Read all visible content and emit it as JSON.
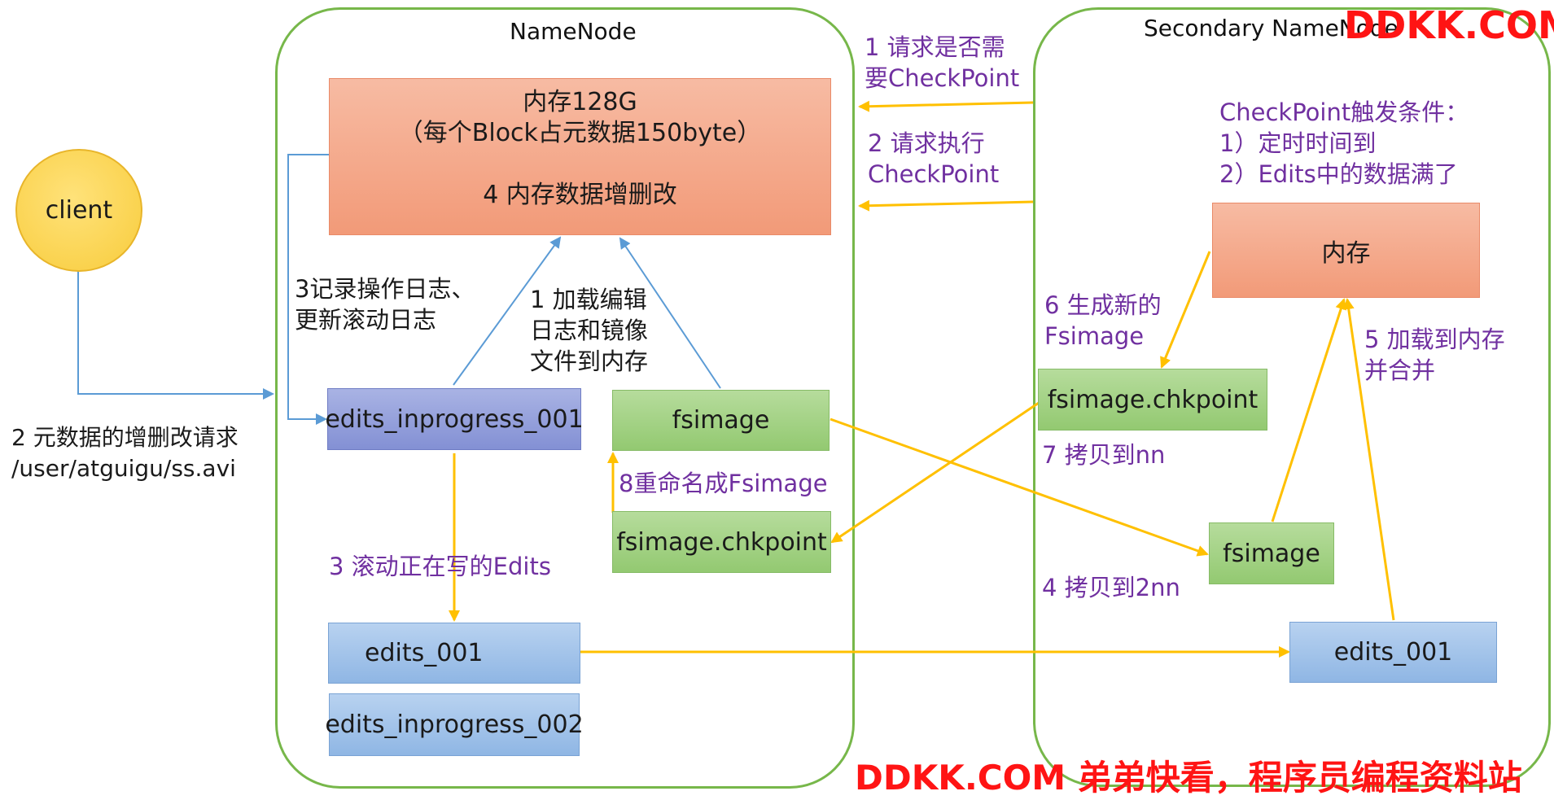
{
  "namenode": {
    "title": "NameNode",
    "memory_line1": "内存128G",
    "memory_line2": "（每个Block占元数据150byte）",
    "memory_line3": "4 内存数据增删改",
    "edits_inprogress_001": "edits_inprogress_001",
    "fsimage": "fsimage",
    "fsimage_chkpoint": "fsimage.chkpoint",
    "edits_001": "edits_001",
    "edits_inprogress_002": "edits_inprogress_002"
  },
  "secondary": {
    "title": "Secondary NameNode",
    "trigger_title": "CheckPoint触发条件：",
    "trigger_1": "1）定时时间到",
    "trigger_2": "2）Edits中的数据满了",
    "memory": "内存",
    "fsimage_chkpoint": "fsimage.chkpoint",
    "fsimage": "fsimage",
    "edits_001": "edits_001"
  },
  "client": {
    "label": "client"
  },
  "labels": {
    "req_line1": "2 元数据的增删改请求",
    "req_line2": "/user/atguigu/ss.avi",
    "log_line1": "3记录操作日志、",
    "log_line2": "更新滚动日志",
    "load_line1": "1 加载编辑",
    "load_line2": "日志和镜像",
    "load_line3": "文件到内存",
    "roll": "3 滚动正在写的Edits",
    "rename": "8重命名成Fsimage",
    "ask_line1": "1 请求是否需",
    "ask_line2": "要CheckPoint",
    "exec_line1": "2 请求执行",
    "exec_line2": "CheckPoint",
    "gen_line1": "6 生成新的",
    "gen_line2": "Fsimage",
    "copy_nn": "7 拷贝到nn",
    "copy_2nn": "4 拷贝到2nn",
    "merge_line1": "5 加载到内存",
    "merge_line2": "并合并"
  },
  "watermark": {
    "top": "DDKK.COM",
    "bottom": "DDKK.COM 弟弟快看，程序员编程资料站"
  },
  "colors": {
    "container": "#77b74a",
    "arrow_yellow": "#ffc000",
    "arrow_blue": "#5b9bd5",
    "label_purple": "#7030a0",
    "watermark": "#ff1414"
  }
}
